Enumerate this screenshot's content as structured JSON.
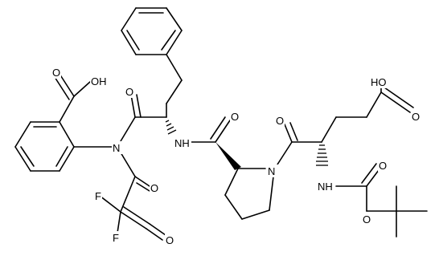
{
  "labels": {
    "acid_oh_aryl": "OH",
    "acid_o_aryl": "O",
    "n_aryl": "N",
    "o_phe_carbonyl": "O",
    "nh_phe": "NH",
    "o_pro_amide": "O",
    "n_pro": "N",
    "o_glu_carbonyl": "O",
    "ho_glu": "HO",
    "o_glu_acid": "O",
    "nh_glu": "NH",
    "o_boc_carbonyl": "O",
    "o_boc_ester": "O",
    "o_acyl": "O",
    "f_upper": "F",
    "f_lower": "F",
    "o_ketene": "O"
  }
}
